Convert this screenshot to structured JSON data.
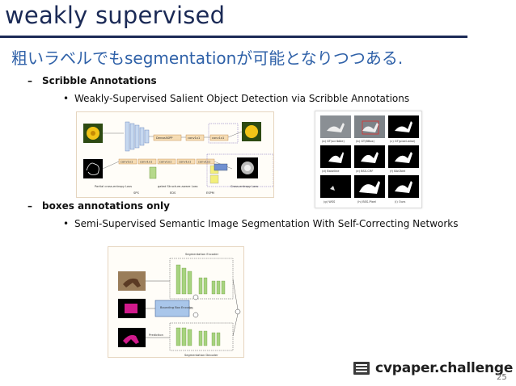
{
  "slide": {
    "title": "weakly supervised",
    "subtitle": "粗いラベルでもsegmentationが可能となりつつある.",
    "section1": {
      "heading": "Scribble Annotations",
      "item": "Weakly-Supervised Salient Object Detection via Scribble Annotations"
    },
    "section2": {
      "heading": "boxes annotations only",
      "item": "Semi-Supervised Semantic Image Segmentation With Self-Correcting Networks"
    },
    "bullet_dash": "–",
    "bullet_dot": "•",
    "page_number": "25"
  },
  "figure1": {
    "blocks": [
      "DenseASPP",
      "conv1x1",
      "conv1x1",
      "conv1x1",
      "conv1x1",
      "conv1x1",
      "conv1x1",
      "conv1x1"
    ],
    "legend": [
      "Partial cross-entropy Loss",
      "gated Structure-aware Loss",
      "Cross-entropy Loss",
      "SPS",
      "EDS",
      "ESPM"
    ]
  },
  "figure2": {
    "captions": [
      "(a) GT(scribble)",
      "(b) GT(BBox)",
      "(c) GT(pixel-wise)",
      "(d) Baseline",
      "(e) BSS-CRF",
      "(f) BAGNet",
      "(g) WSS",
      "(h) BSS-Pixel",
      "(i) Ours"
    ]
  },
  "figure3": {
    "labels": [
      "Segmentation Encoder",
      "Bounding Box Encoder",
      "Prediction",
      "Segmentation Decoder"
    ]
  },
  "logo": {
    "text": "cvpaper.challenge"
  },
  "colors": {
    "title": "#1b2a56",
    "subtitle": "#2f61a8"
  }
}
